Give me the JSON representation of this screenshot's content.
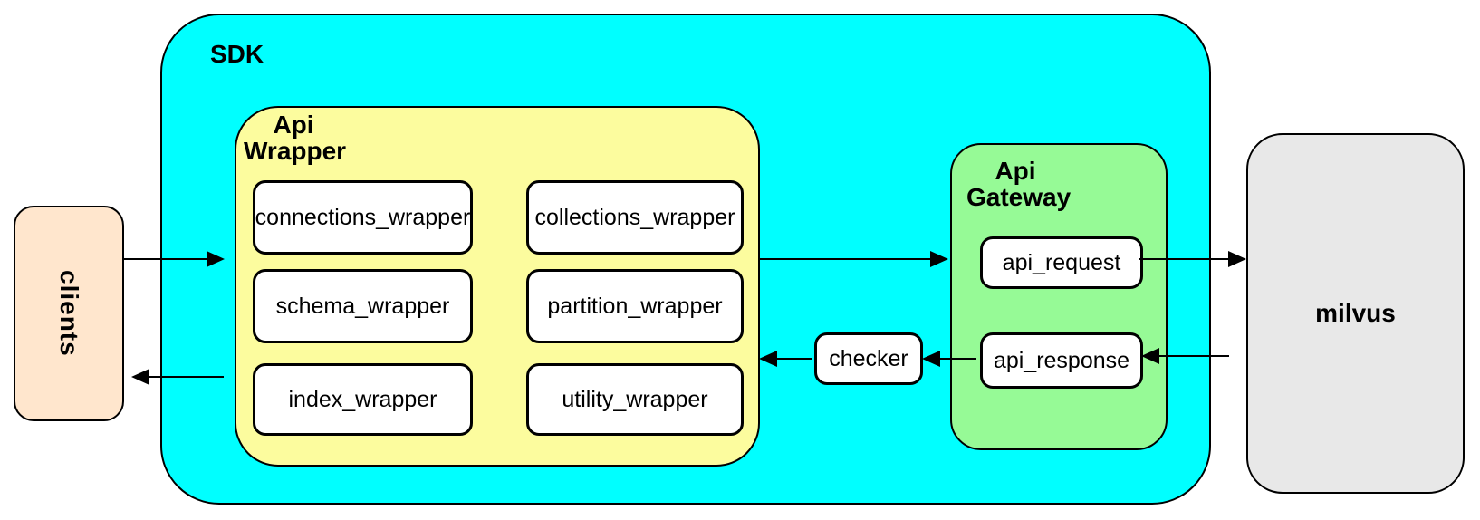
{
  "sdk": {
    "label": "SDK"
  },
  "clients": {
    "label": "clients"
  },
  "api_wrapper": {
    "label": [
      "Api",
      "Wrapper"
    ],
    "boxes": [
      "connections_wrapper",
      "collections_wrapper",
      "schema_wrapper",
      "partition_wrapper",
      "index_wrapper",
      "utility_wrapper"
    ]
  },
  "checker": {
    "label": "checker"
  },
  "api_gateway": {
    "label": [
      "Api",
      "Gateway"
    ],
    "boxes": [
      "api_request",
      "api_response"
    ]
  },
  "milvus": {
    "label": "milvus"
  },
  "colors": {
    "sdk_fill": "#00ffff",
    "api_wrapper_fill": "#fcfc9e",
    "api_gateway_fill": "#96fa96",
    "clients_fill": "#ffe6cd",
    "milvus_fill": "#e8e8e8",
    "node_fill": "#ffffff",
    "line": "#000000"
  }
}
